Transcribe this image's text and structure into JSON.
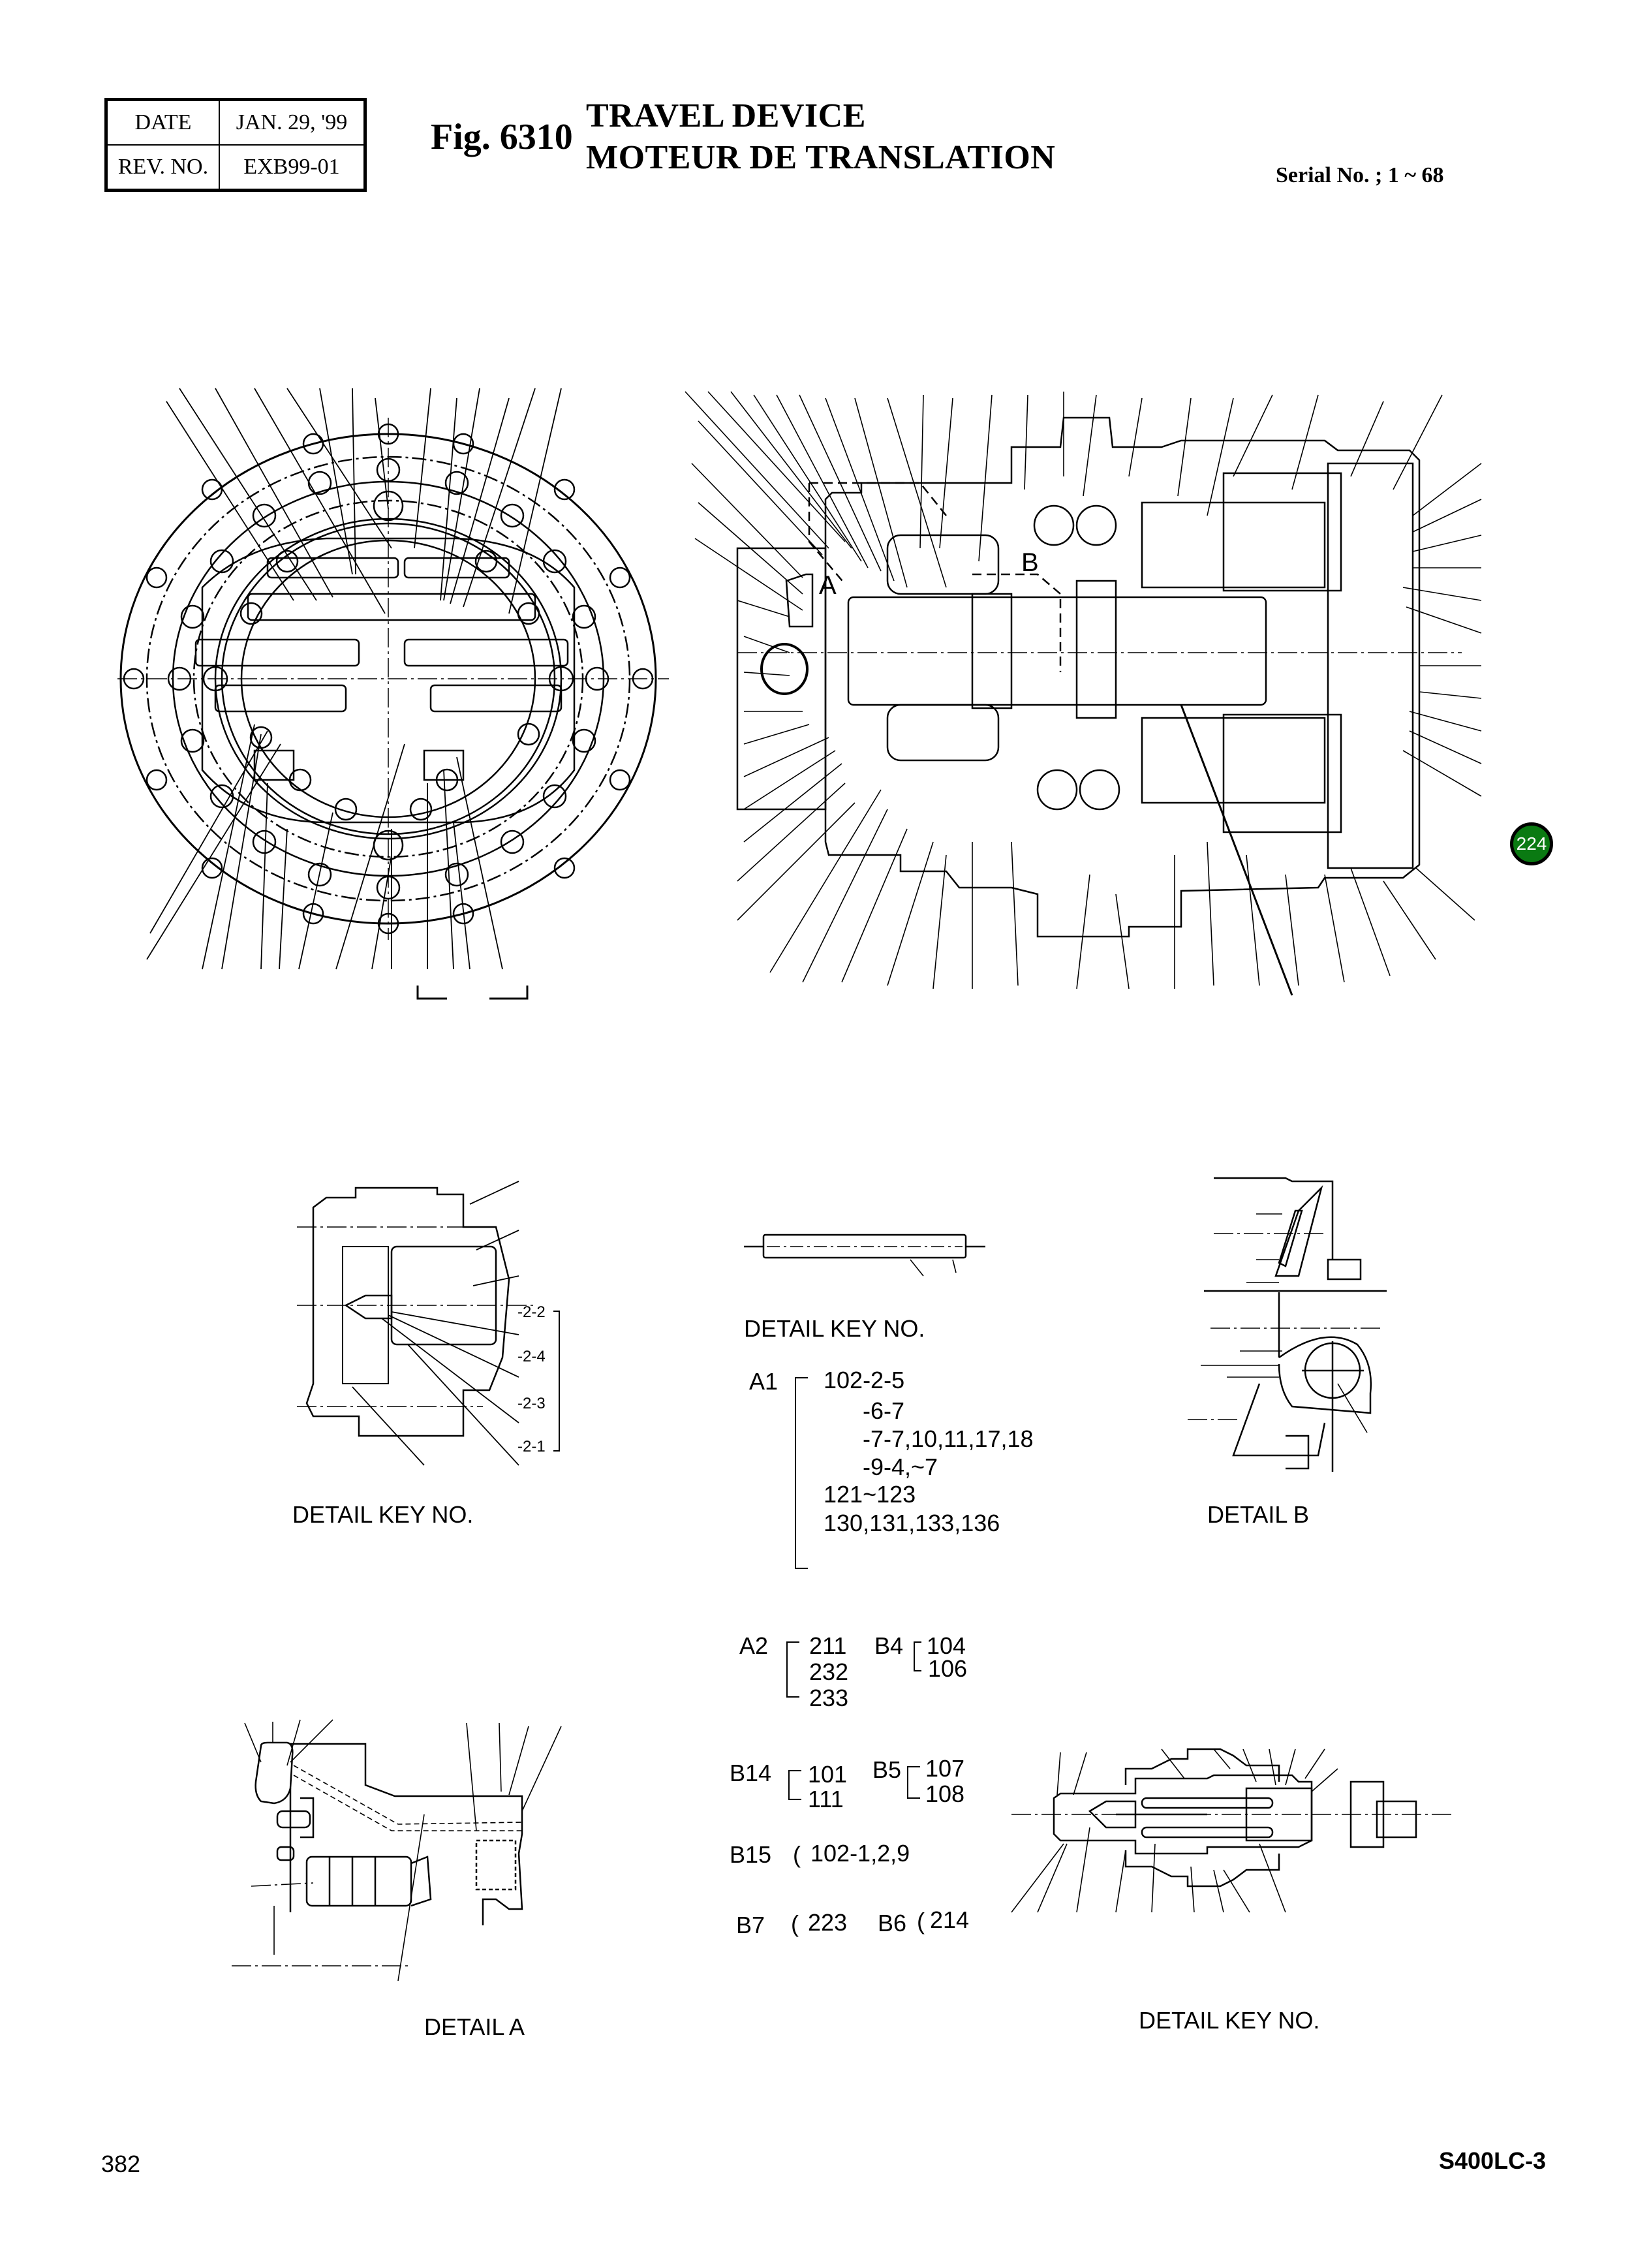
{
  "header": {
    "rev_table": [
      {
        "label": "DATE",
        "value": "JAN. 29, '99"
      },
      {
        "label": "REV. NO.",
        "value": "EXB99-01"
      }
    ],
    "figure_number": "Fig. 6310",
    "title_en": "TRAVEL DEVICE",
    "title_fr": "MOTEUR DE TRANSLATION",
    "serial": "Serial No. ; 1 ~ 68"
  },
  "main_views": {
    "section_labels": [
      "A",
      "B"
    ],
    "callout": {
      "number": "224",
      "color": "#0a7a12"
    }
  },
  "detail_key_top_left": {
    "caption": "DETAIL KEY NO.",
    "refs": [
      "-2-2",
      "-2-4",
      "-2-3",
      "-2-1"
    ]
  },
  "detail_key_center": {
    "caption": "DETAIL KEY NO.",
    "groups": [
      {
        "key": "A1",
        "items": [
          "102-2-5",
          "-6-7",
          "-7-7,10,11,17,18",
          "-9-4,~7",
          "121~123",
          "130,131,133,136"
        ]
      },
      {
        "key": "A2",
        "items": [
          "211",
          "232",
          "233"
        ]
      },
      {
        "key": "B4",
        "items": [
          "104",
          "106"
        ]
      },
      {
        "key": "B14",
        "items": [
          "101",
          "111"
        ]
      },
      {
        "key": "B5",
        "items": [
          "107",
          "108"
        ]
      },
      {
        "key": "B15",
        "items": [
          "102-1,2,9"
        ]
      },
      {
        "key": "B7",
        "items": [
          "223"
        ]
      },
      {
        "key": "B6",
        "items": [
          "214"
        ]
      }
    ]
  },
  "detail_b": {
    "caption": "DETAIL B"
  },
  "detail_a": {
    "caption": "DETAIL A"
  },
  "detail_key_bottom_right": {
    "caption": "DETAIL KEY NO."
  },
  "footer": {
    "page_number": "382",
    "model": "S400LC-3"
  }
}
